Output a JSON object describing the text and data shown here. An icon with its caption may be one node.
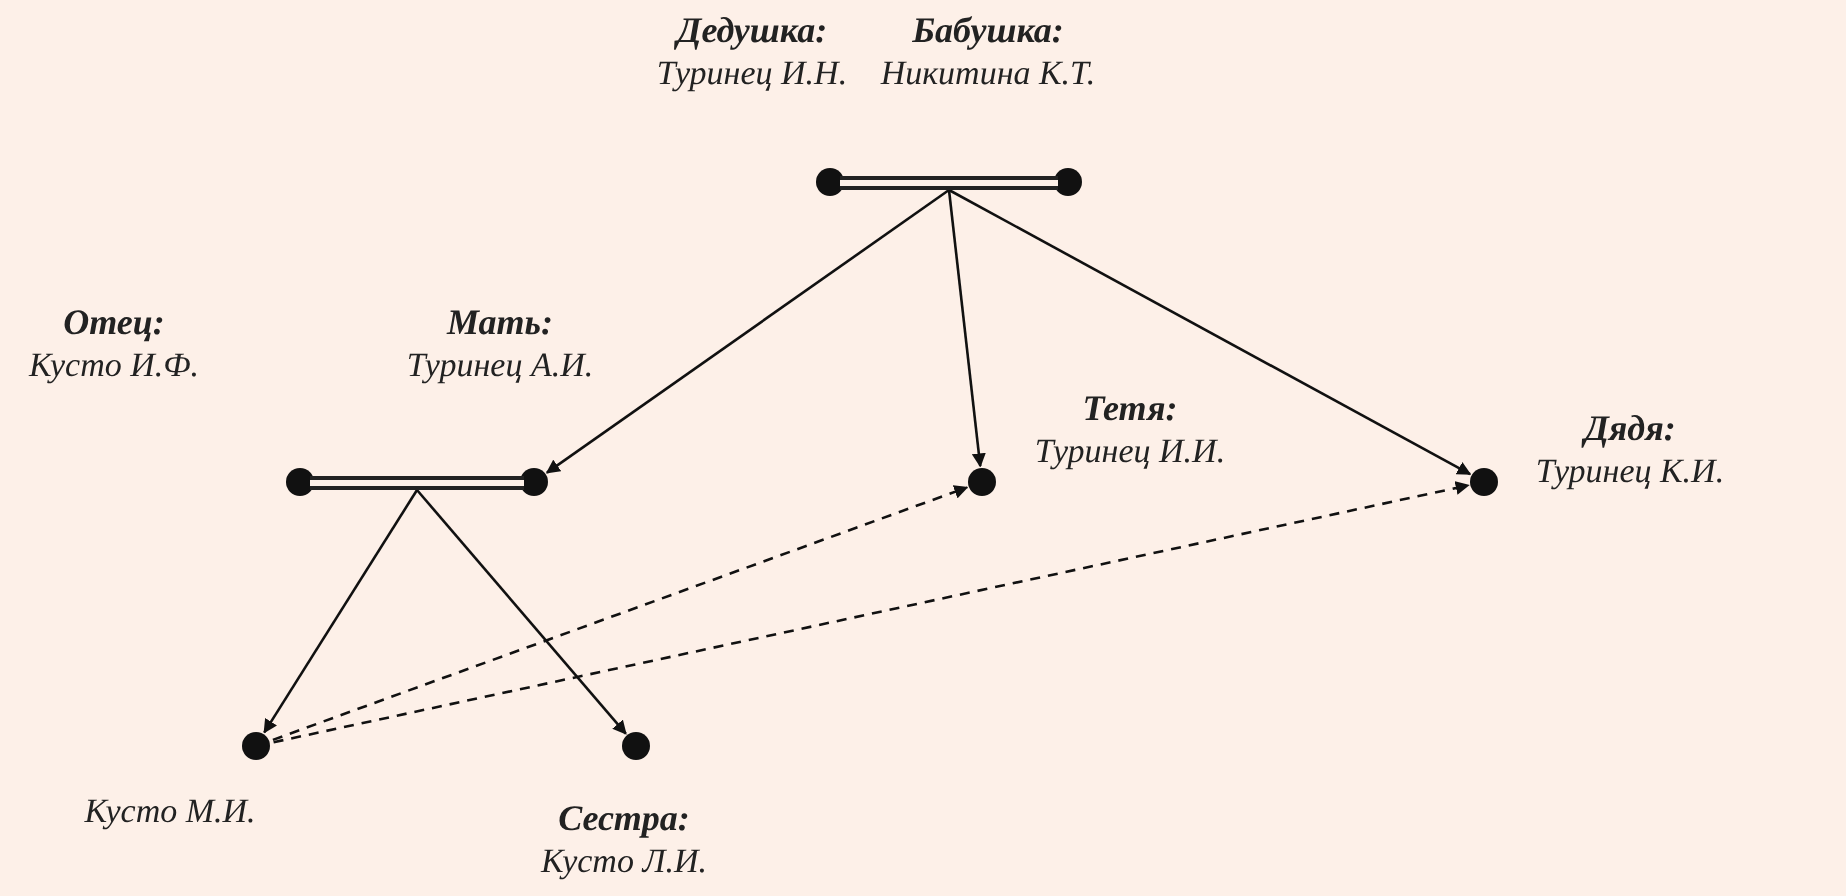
{
  "diagram": {
    "nodes": [
      {
        "text": [],
        "shape": "circle",
        "beside": [
          "Дедушка:",
          "Туринец И.Н."
        ]
      },
      {
        "text": [],
        "shape": "circle",
        "beside": [
          "Бабушка:",
          "Никитина К.Т."
        ]
      },
      {
        "text": [],
        "shape": "bar"
      },
      {
        "text": [],
        "shape": "circle",
        "beside": [
          "Отец:",
          "Кусто И.Ф."
        ]
      },
      {
        "text": [],
        "shape": "circle",
        "beside": [
          "Мать:",
          "Туринец А.И."
        ]
      },
      {
        "text": [],
        "shape": "bar"
      },
      {
        "text": [],
        "shape": "circle",
        "beside": [
          "Тетя:",
          "Туринец И.И."
        ]
      },
      {
        "text": [],
        "shape": "circle",
        "beside": [
          "Дядя:",
          "Туринец К.И."
        ]
      },
      {
        "text": [],
        "shape": "circle",
        "beside": [
          "Кусто М.И."
        ]
      },
      {
        "text": [],
        "shape": "circle",
        "beside": [
          "Сестра:",
          "Кусто Л.И."
        ]
      }
    ],
    "edges": [
      {
        "from": 2,
        "to": 4,
        "arrow": "to"
      },
      {
        "from": 2,
        "to": 6,
        "arrow": "to"
      },
      {
        "from": 2,
        "to": 7,
        "arrow": "to"
      },
      {
        "from": 5,
        "to": 8,
        "arrow": "to"
      },
      {
        "from": 5,
        "to": 9,
        "arrow": "to"
      },
      {
        "from": 8,
        "to": 6,
        "arrow": "to",
        "style": "dashed"
      },
      {
        "from": 8,
        "to": 7,
        "arrow": "to",
        "style": "dashed"
      }
    ]
  }
}
